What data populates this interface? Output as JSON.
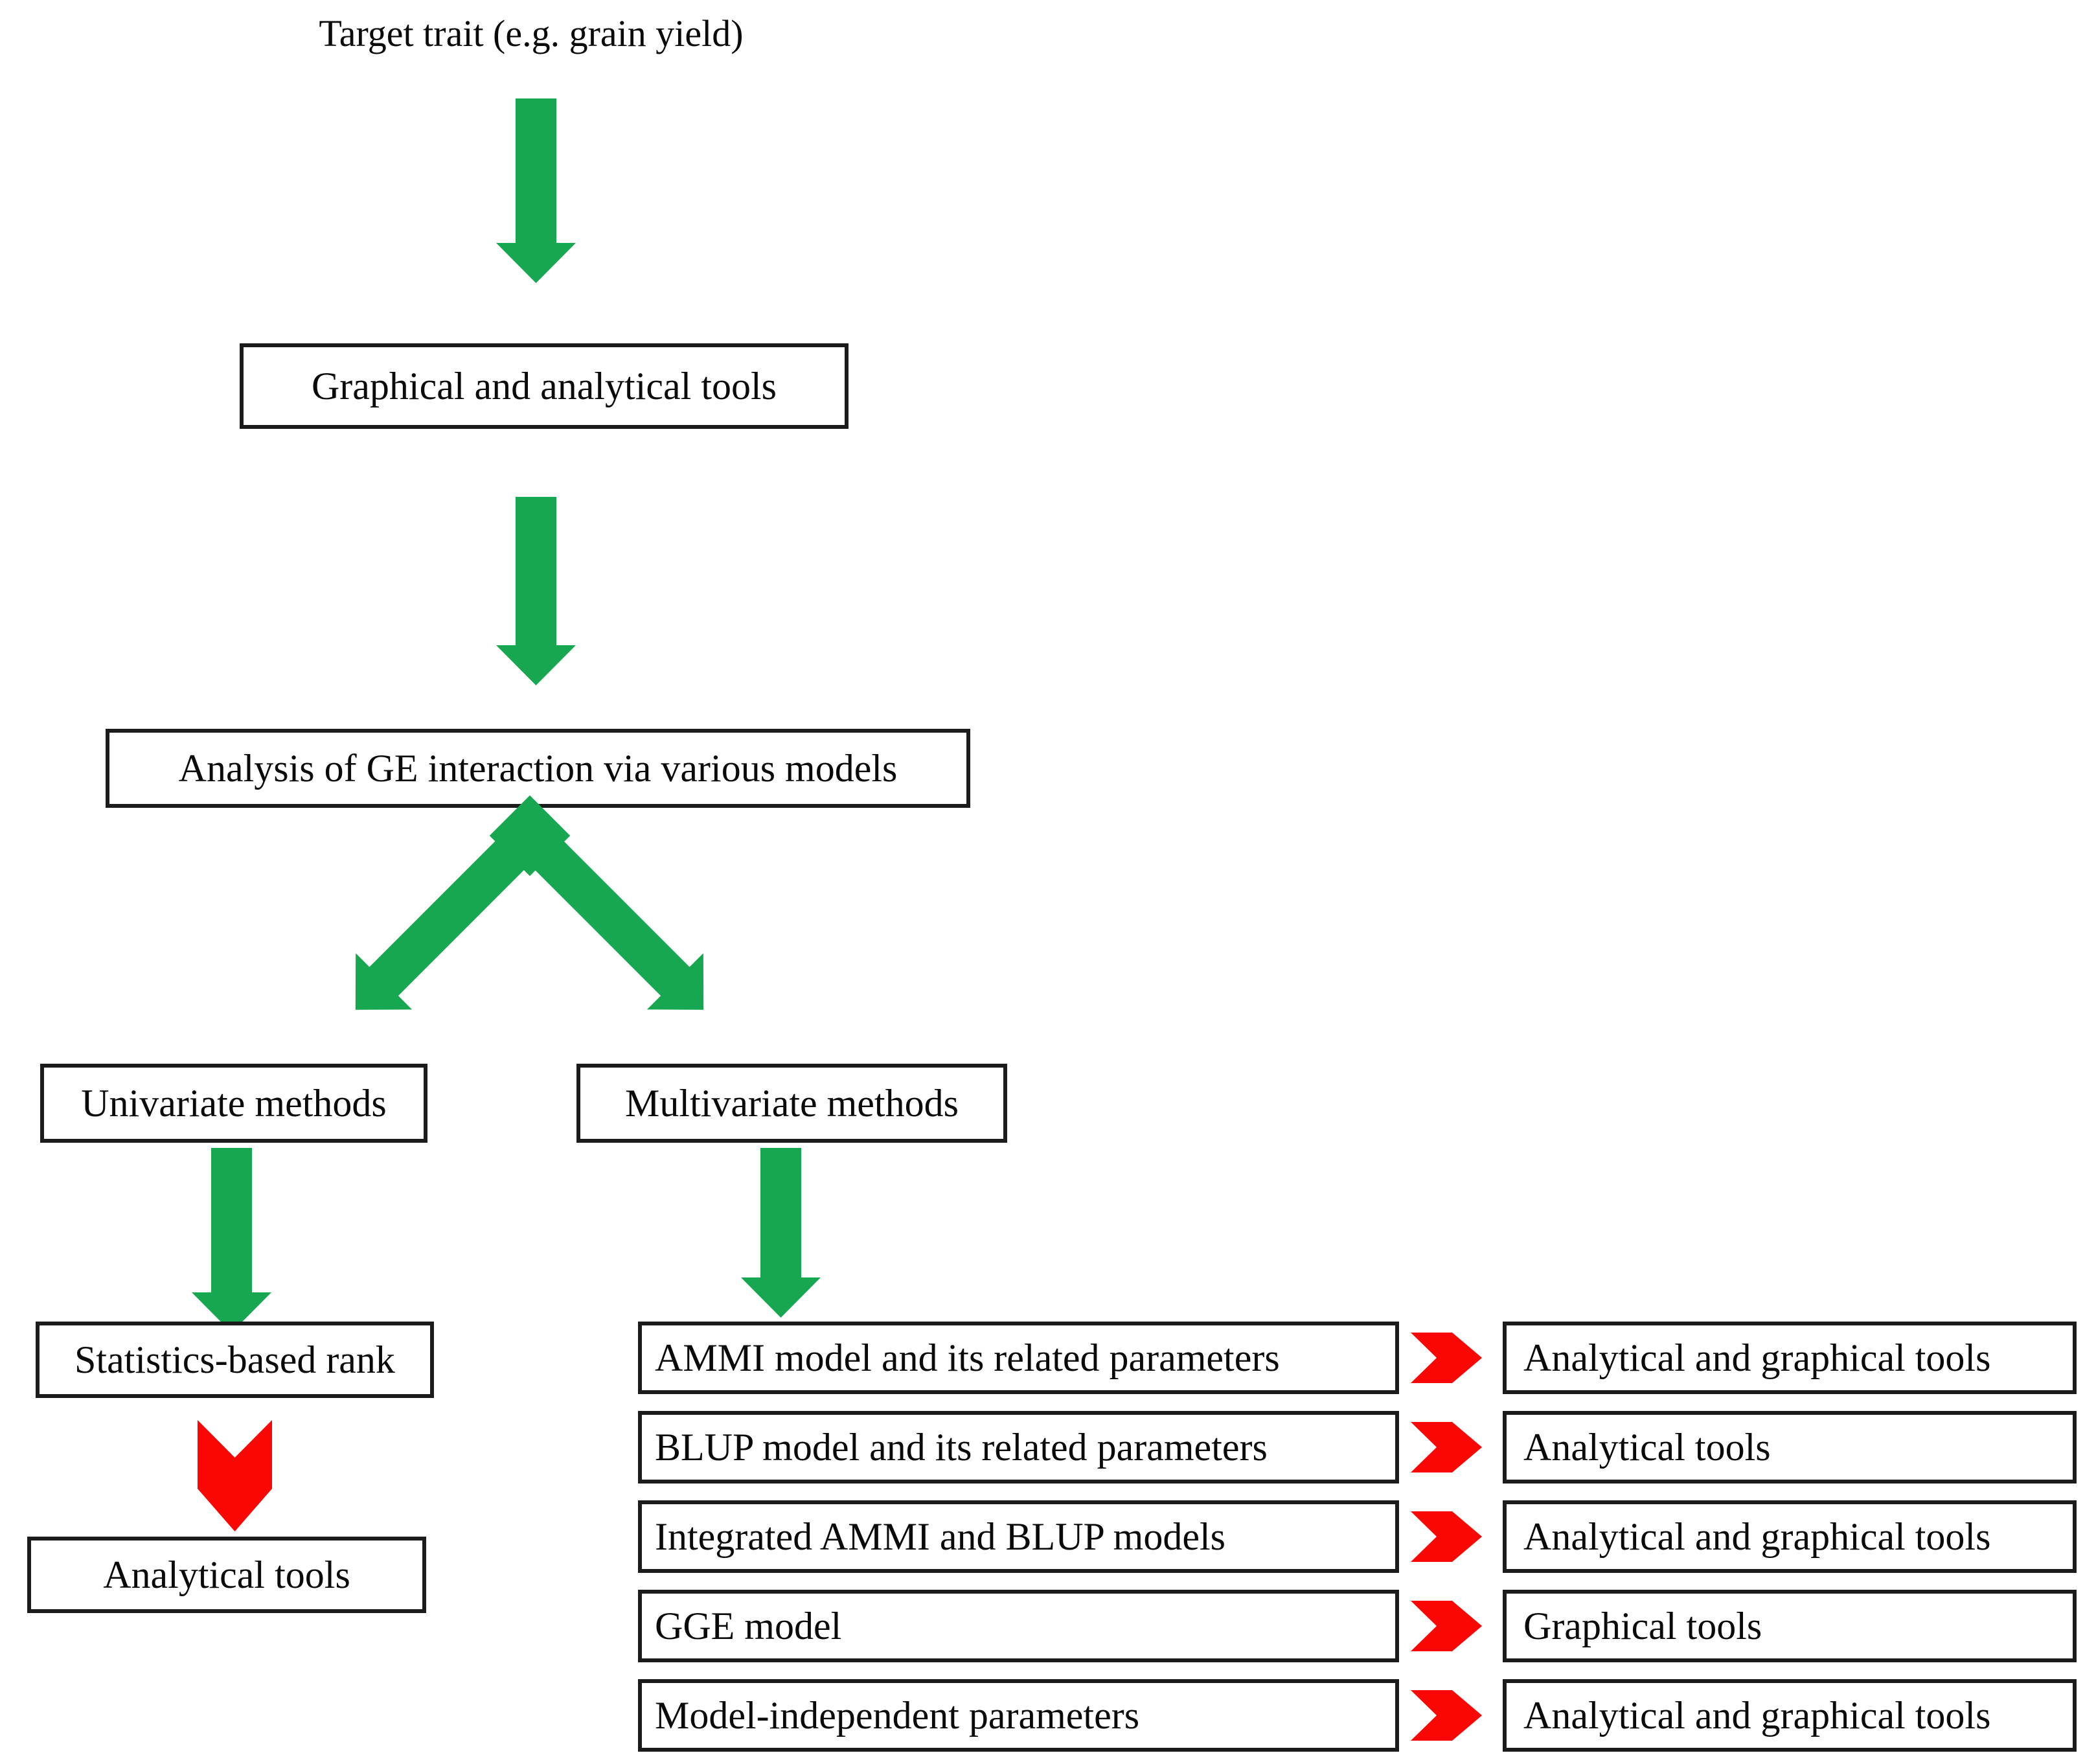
{
  "title": "Target trait (e.g. grain yield)",
  "colors": {
    "green": "#17a750",
    "red": "#fb0505",
    "border": "#1c1c1c",
    "text": "#0a0a0a",
    "background": "#ffffff"
  },
  "flow": {
    "level1_box": "Graphical and analytical tools",
    "level2_box": "Analysis of GE interaction via various models",
    "branches": {
      "left": {
        "method_box": "Univariate methods",
        "step_box": "Statistics-based rank",
        "result_box": "Analytical tools"
      },
      "right": {
        "method_box": "Multivariate methods",
        "rows": [
          {
            "model": "AMMI model and its related parameters",
            "tools": "Analytical and graphical tools"
          },
          {
            "model": "BLUP model and its related parameters",
            "tools": "Analytical tools"
          },
          {
            "model": "Integrated AMMI and BLUP models",
            "tools": "Analytical and graphical tools"
          },
          {
            "model": "GGE model",
            "tools": "Graphical tools"
          },
          {
            "model": "Model-independent parameters",
            "tools": "Analytical and graphical tools"
          }
        ]
      }
    }
  }
}
